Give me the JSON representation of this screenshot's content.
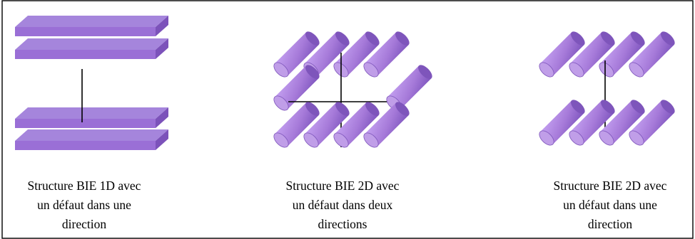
{
  "colors": {
    "slab_top": "#a585dc",
    "slab_front": "#9a6fd6",
    "slab_side": "#7c52ba",
    "rod_body": "#a57ad8",
    "rod_cap": "#c09ee8",
    "rod_dark": "#7e55bb",
    "line": "#000000",
    "border": "#000000",
    "background": "#ffffff"
  },
  "captions": [
    {
      "line1": "Structure BIE 1D avec",
      "line2": "un défaut dans une",
      "line3": "direction"
    },
    {
      "line1": "Structure BIE  2D avec",
      "line2": "un défaut dans deux",
      "line3": "directions"
    },
    {
      "line1": "Structure BIE  2D avec",
      "line2": "un défaut dans une",
      "line3": "direction"
    }
  ]
}
